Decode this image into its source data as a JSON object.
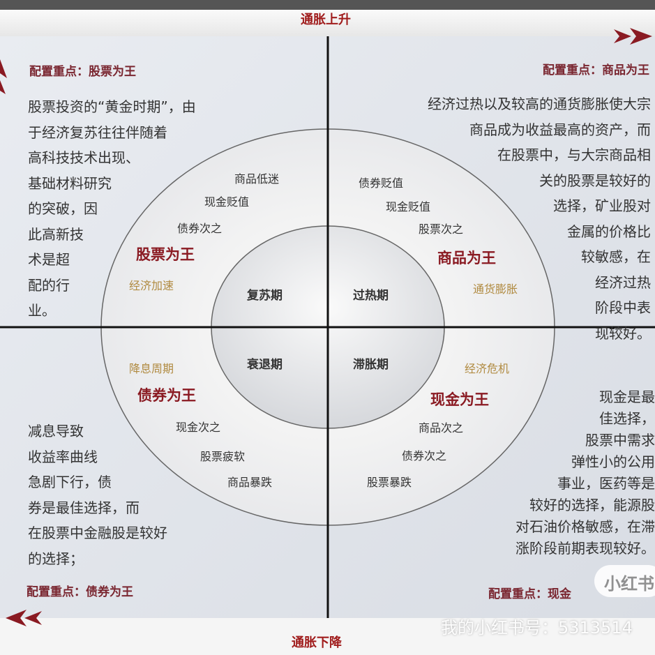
{
  "axis": {
    "top": "通胀上升",
    "bottom": "通胀下降"
  },
  "quadrants": {
    "top_left": {
      "focus": "配置重点：股票为王",
      "text": [
        "股票投资的“黄金时期”，由",
        "于经济复苏往往伴随着",
        "高科技技术出现、",
        "基础材料研究",
        "的突破，因",
        "此高新技",
        "术是超",
        "配的行",
        "业。"
      ],
      "items": [
        "商品低迷",
        "现金贬值",
        "债券次之"
      ],
      "king": "股票为王",
      "trend": "经济加速",
      "phase": "复苏期"
    },
    "top_right": {
      "focus": "配置重点：商品为王",
      "text": [
        "经济过热以及较高的通货膨胀使大宗",
        "商品成为收益最高的资产，而",
        "在股票中，与大宗商品相",
        "关的股票是较好的",
        "选择，矿业股对",
        "金属的价格比",
        "较敏感，在",
        "经济过热",
        "阶段中表",
        "现较好。"
      ],
      "items": [
        "债券贬值",
        "现金贬值",
        "股票次之"
      ],
      "king": "商品为王",
      "trend": "通货膨胀",
      "phase": "过热期"
    },
    "bottom_left": {
      "focus": "配置重点：债券为王",
      "text": [
        "减息导致",
        "收益率曲线",
        "急剧下行，债",
        "券是最佳选择，而",
        "在股票中金融股是较好",
        "的选择；"
      ],
      "items": [
        "现金次之",
        "股票疲软",
        "商品暴跌"
      ],
      "king": "债券为王",
      "trend": "降息周期",
      "phase": "衰退期"
    },
    "bottom_right": {
      "focus": "配置重点：现金",
      "text": [
        "现金是最",
        "佳选择，",
        "股票中需求",
        "弹性小的公用",
        "事业，医药等是",
        "较好的选择，能源股",
        "对石油价格敏感，在滞",
        "涨阶段前期表现较好。"
      ],
      "items": [
        "商品次之",
        "债券次之",
        "股票暴跌"
      ],
      "king": "现金为王",
      "trend": "经济危机",
      "phase": "滞胀期"
    }
  },
  "watermark": {
    "text": "我的小红书号：5313514",
    "logo": "小红书"
  },
  "colors": {
    "accent": "#8a1a22",
    "trend": "#b08a40",
    "background": "#dfe3ea"
  }
}
